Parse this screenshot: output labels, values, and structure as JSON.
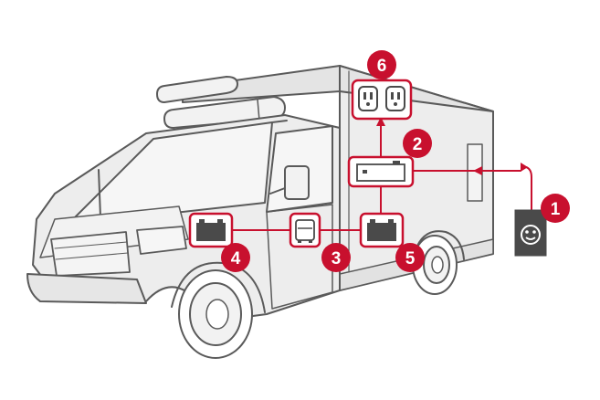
{
  "colors": {
    "accent_red": "#c8102e",
    "outline": "#5a5a5a",
    "body_fill": "#ededed",
    "glass_fill": "#f6f6f6",
    "component_fill": "#ffffff",
    "shore_box_fill": "#4a4a4a"
  },
  "callouts": [
    {
      "number": "1",
      "component": "shore-power-inlet",
      "icon": "power-inlet-icon"
    },
    {
      "number": "2",
      "component": "battery-charger",
      "icon": "charger-icon"
    },
    {
      "number": "3",
      "component": "battery-isolator",
      "icon": "isolator-icon"
    },
    {
      "number": "4",
      "component": "chassis-battery",
      "icon": "battery-icon"
    },
    {
      "number": "5",
      "component": "module-battery",
      "icon": "battery-icon"
    },
    {
      "number": "6",
      "component": "ac-outlets",
      "icon": "outlet-icon"
    }
  ]
}
